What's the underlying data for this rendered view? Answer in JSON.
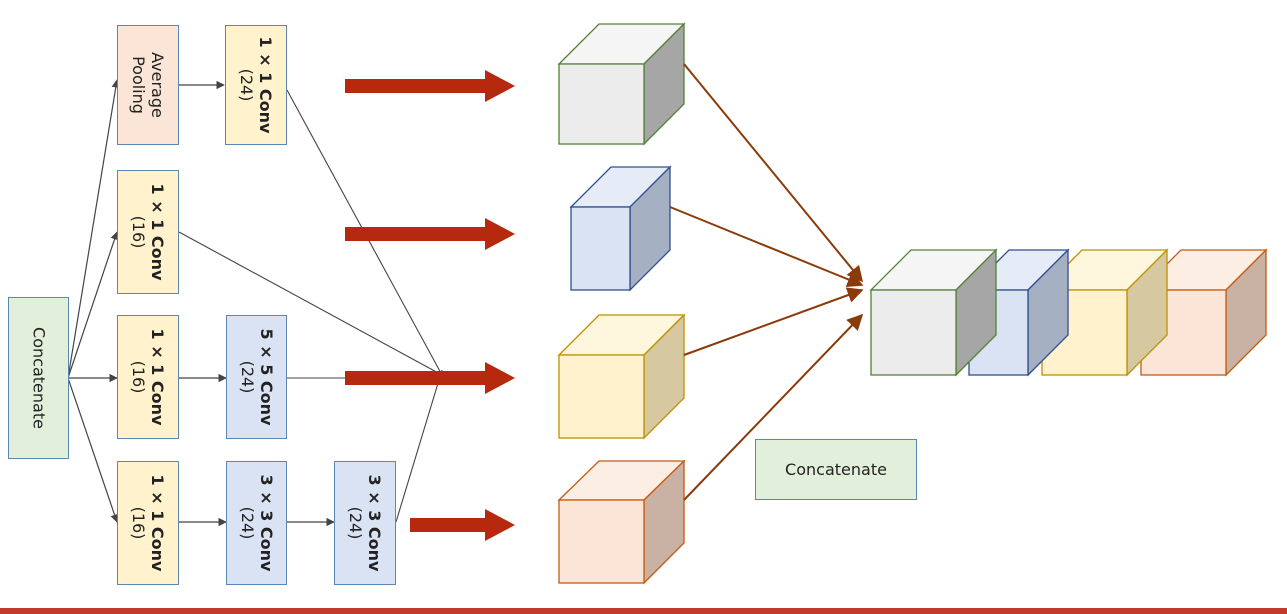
{
  "left_concatenate": "Concatenate",
  "branches": {
    "pool": {
      "l1": "Average",
      "l2": "Pooling"
    },
    "pool_conv": {
      "l1": "1 × 1 Conv",
      "l2": "(24)"
    },
    "b2_conv": {
      "l1": "1 × 1 Conv",
      "l2": "(16)"
    },
    "b3_conv1": {
      "l1": "1 × 1 Conv",
      "l2": "(16)"
    },
    "b3_conv2": {
      "l1": "5 × 5 Conv",
      "l2": "(24)"
    },
    "b4_conv1": {
      "l1": "1 × 1 Conv",
      "l2": "(16)"
    },
    "b4_conv2": {
      "l1": "3 × 3 Conv",
      "l2": "(24)"
    },
    "b4_conv3": {
      "l1": "3 × 3 Conv",
      "l2": "(24)"
    }
  },
  "right_concatenate": "Concatenate",
  "colors": {
    "green_fill": "#e2efda",
    "pink_fill": "#fbe5d6",
    "yellow_fill": "#fff2cc",
    "blue_fill": "#dae3f3",
    "border": "#5b87b5",
    "arrow_red": "#b7290f",
    "arrow_brown": "#8b3a0a"
  }
}
